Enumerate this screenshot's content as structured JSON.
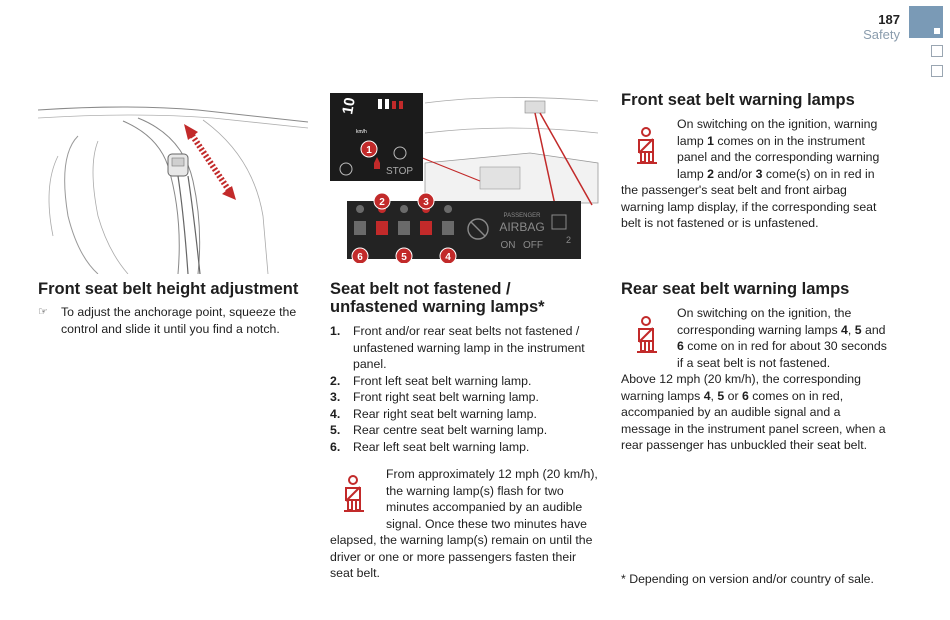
{
  "header": {
    "page_number": "187",
    "section": "Safety"
  },
  "col1": {
    "title": "Front seat belt height adjustment",
    "bullet_text": "To adjust the anchorage point, squeeze the control and slide it until you find a notch."
  },
  "col2": {
    "title_line1": "Seat belt not fastened /",
    "title_line2": "unfastened warning lamps*",
    "items": [
      {
        "num": "1.",
        "text": "Front and/or rear seat belts not fastened / unfastened warning lamp in the instrument panel."
      },
      {
        "num": "2.",
        "text": "Front left seat belt warning lamp."
      },
      {
        "num": "3.",
        "text": "Front right seat belt warning lamp."
      },
      {
        "num": "4.",
        "text": "Rear right seat belt warning lamp."
      },
      {
        "num": "5.",
        "text": "Rear centre seat belt warning lamp."
      },
      {
        "num": "6.",
        "text": "Rear left seat belt warning lamp."
      }
    ],
    "note": "From approximately 12 mph (20 km/h), the warning lamp(s) flash for two minutes accompanied by an audible signal. Once these two minutes have elapsed, the warning lamp(s) remain on until the driver or one or more passengers fasten their seat belt."
  },
  "col3": {
    "front_title": "Front seat belt warning lamps",
    "front_p1": "On switching on the ignition, warning lamp ",
    "front_b1": "1",
    "front_p2": " comes on in the instrument panel and the corresponding warning lamp ",
    "front_b2": "2",
    "front_p3": " and/or ",
    "front_b3": "3",
    "front_p4": " come(s) on in red in the passenger's seat belt and front airbag warning lamp display, if the corresponding seat belt is not fastened or is unfastened.",
    "rear_title": "Rear seat belt warning lamps",
    "rear_p1": "On switching on the ignition, the corresponding warning lamps ",
    "rear_b1": "4",
    "rear_s1": ", ",
    "rear_b2": "5",
    "rear_s2": " and ",
    "rear_b3": "6",
    "rear_p2": " come on in red for about 30 seconds if a seat belt is not fastened.",
    "rear_p3": "Above 12 mph (20 km/h), the corresponding warning lamps ",
    "rear_b4": "4",
    "rear_s3": ", ",
    "rear_b5": "5",
    "rear_s4": " or ",
    "rear_b6": "6",
    "rear_p4": " comes on in red, accompanied by an audible signal and a message in the instrument panel screen, when a rear passenger has unbuckled their seat belt.",
    "footnote": "* Depending on version and/or country of sale."
  },
  "figure": {
    "speed": "10",
    "unit": "km/h",
    "stop": "STOP",
    "passenger": "PASSENGER",
    "airbag": "AIRBAG",
    "on": "ON",
    "off": "OFF",
    "callouts": [
      "1",
      "2",
      "3",
      "4",
      "5",
      "6"
    ]
  },
  "colors": {
    "warning_red": "#c22a2a",
    "tab_blue": "#7a9ab6",
    "section_grey": "#8a9cad"
  },
  "icons": [
    "seatbelt-warning-icon",
    "pointing-hand-icon"
  ]
}
